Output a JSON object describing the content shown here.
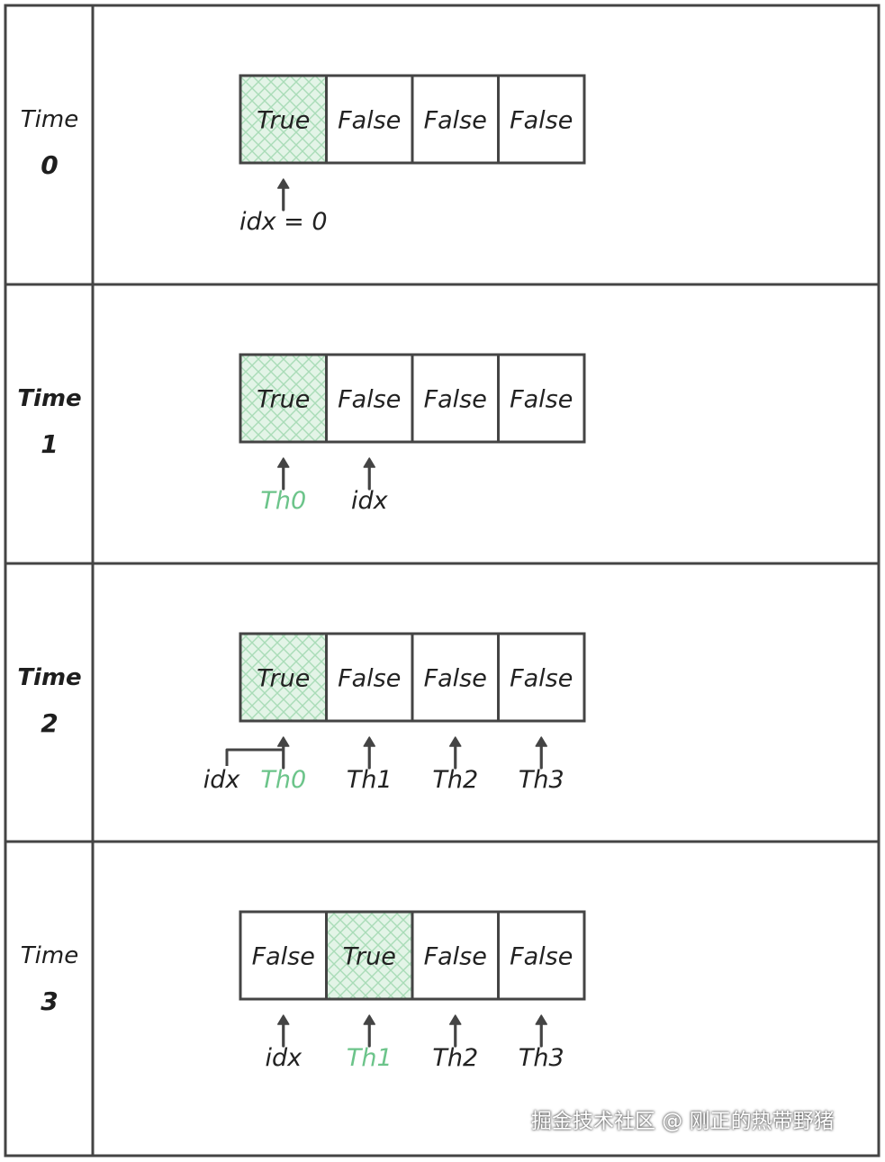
{
  "panels": [
    {
      "time_word": "Time",
      "time_num": "0",
      "cells": [
        "True",
        "False",
        "False",
        "False"
      ],
      "highlight": 0,
      "pointers": [
        {
          "cell": 0,
          "label": "idx = 0",
          "color": "#222222"
        }
      ]
    },
    {
      "time_word": "Time",
      "time_num": "1",
      "cells": [
        "True",
        "False",
        "False",
        "False"
      ],
      "highlight": 0,
      "pointers": [
        {
          "cell": 0,
          "label": "Th0",
          "color": "#6cc48a"
        },
        {
          "cell": 1,
          "label": "idx",
          "color": "#222222"
        }
      ]
    },
    {
      "time_word": "Time",
      "time_num": "2",
      "cells": [
        "True",
        "False",
        "False",
        "False"
      ],
      "highlight": 0,
      "idx_branch": {
        "cell": 0,
        "label": "idx",
        "color": "#222222"
      },
      "pointers": [
        {
          "cell": 0,
          "label": "Th0",
          "color": "#6cc48a"
        },
        {
          "cell": 1,
          "label": "Th1",
          "color": "#222222"
        },
        {
          "cell": 2,
          "label": "Th2",
          "color": "#222222"
        },
        {
          "cell": 3,
          "label": "Th3",
          "color": "#222222"
        }
      ]
    },
    {
      "time_word": "Time",
      "time_num": "3",
      "cells": [
        "False",
        "True",
        "False",
        "False"
      ],
      "highlight": 1,
      "pointers": [
        {
          "cell": 0,
          "label": "idx",
          "color": "#222222"
        },
        {
          "cell": 1,
          "label": "Th1",
          "color": "#6cc48a"
        },
        {
          "cell": 2,
          "label": "Th2",
          "color": "#222222"
        },
        {
          "cell": 3,
          "label": "Th3",
          "color": "#222222"
        }
      ]
    }
  ],
  "watermark": "掘金技术社区 @ 刚正的热带野猪",
  "colors": {
    "line": "#444444",
    "highlight_fill": "#e3f4e7",
    "hatch": "#a9dcb7",
    "green": "#6cc48a"
  }
}
